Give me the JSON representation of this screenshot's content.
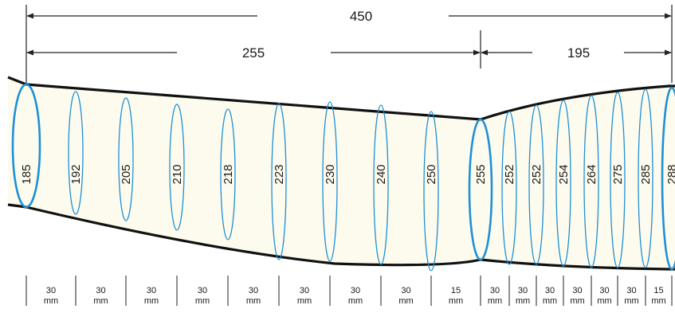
{
  "dimensions": {
    "total": "450",
    "left_section": "255",
    "right_section": "195"
  },
  "circumferences": [
    "185",
    "192",
    "205",
    "210",
    "218",
    "223",
    "230",
    "240",
    "250",
    "255",
    "252",
    "252",
    "254",
    "264",
    "275",
    "285",
    "288"
  ],
  "segments": [
    {
      "value": "30",
      "unit": "mm"
    },
    {
      "value": "30",
      "unit": "mm"
    },
    {
      "value": "30",
      "unit": "mm"
    },
    {
      "value": "30",
      "unit": "mm"
    },
    {
      "value": "30",
      "unit": "mm"
    },
    {
      "value": "30",
      "unit": "mm"
    },
    {
      "value": "30",
      "unit": "mm"
    },
    {
      "value": "30",
      "unit": "mm"
    },
    {
      "value": "15",
      "unit": "mm"
    },
    {
      "value": "30",
      "unit": "mm"
    },
    {
      "value": "30",
      "unit": "mm"
    },
    {
      "value": "30",
      "unit": "mm"
    },
    {
      "value": "30",
      "unit": "mm"
    },
    {
      "value": "30",
      "unit": "mm"
    },
    {
      "value": "30",
      "unit": "mm"
    },
    {
      "value": "15",
      "unit": "mm"
    }
  ],
  "colors": {
    "fill": "#fdfbee",
    "outline": "#111111",
    "ellipse": "#1e90d6",
    "dimension_line": "#222222"
  }
}
